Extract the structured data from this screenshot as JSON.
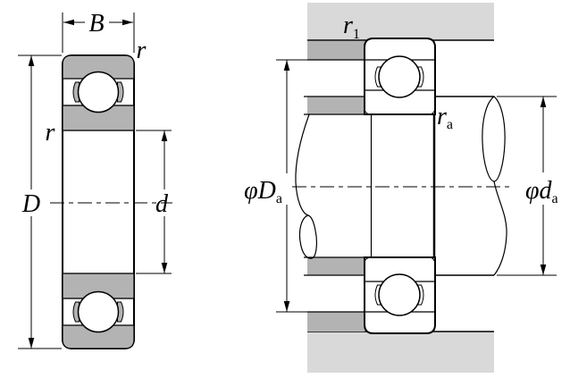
{
  "figure": {
    "description_left": "ball bearing cross-section with boundary dimensions",
    "description_right": "mounted bearing with shaft and housing abutment dimensions"
  },
  "left_diagram": {
    "labels": {
      "width": "B",
      "outer_diameter": "D",
      "bore_diameter": "d",
      "chamfer_top": "r",
      "chamfer_side": "r"
    }
  },
  "right_diagram": {
    "labels": {
      "housing_fillet": {
        "base": "r",
        "sub": "1"
      },
      "shaft_fillet": {
        "base": "r",
        "sub": "a"
      },
      "housing_abutment": {
        "phi": "φ",
        "base": "D",
        "sub": "a"
      },
      "shaft_abutment": {
        "phi": "φ",
        "base": "d",
        "sub": "a"
      }
    }
  },
  "colors": {
    "background": "#ffffff",
    "line": "#000000",
    "housing_gray": "#d9d9d9",
    "shoulder_gray": "#b3b3b3",
    "ring_gray": "#b3b3b3"
  }
}
